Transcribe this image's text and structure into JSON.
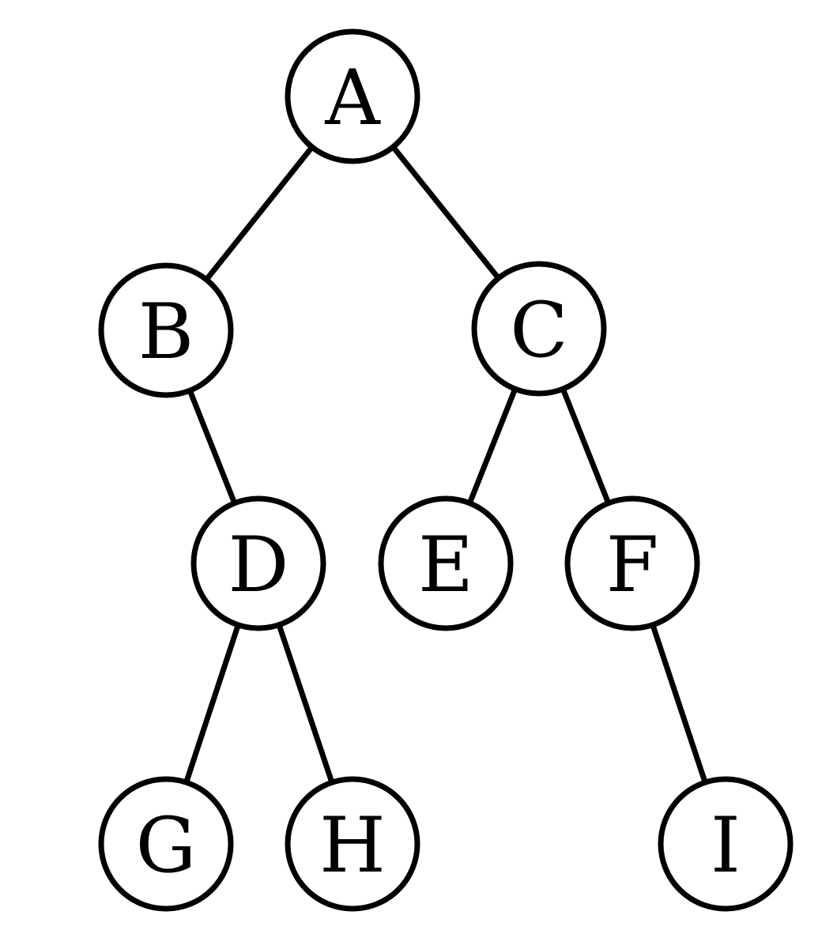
{
  "tree": {
    "nodes": [
      {
        "id": "A",
        "label": "A"
      },
      {
        "id": "B",
        "label": "B"
      },
      {
        "id": "C",
        "label": "C"
      },
      {
        "id": "D",
        "label": "D"
      },
      {
        "id": "E",
        "label": "E"
      },
      {
        "id": "F",
        "label": "F"
      },
      {
        "id": "G",
        "label": "G"
      },
      {
        "id": "H",
        "label": "H"
      },
      {
        "id": "I",
        "label": "I"
      }
    ],
    "edges": [
      {
        "from": "A",
        "to": "B"
      },
      {
        "from": "A",
        "to": "C"
      },
      {
        "from": "B",
        "to": "D"
      },
      {
        "from": "C",
        "to": "E"
      },
      {
        "from": "C",
        "to": "F"
      },
      {
        "from": "D",
        "to": "G"
      },
      {
        "from": "D",
        "to": "H"
      },
      {
        "from": "F",
        "to": "I"
      }
    ],
    "colors": {
      "stroke": "#000000",
      "fill": "#ffffff",
      "text": "#000000"
    }
  }
}
